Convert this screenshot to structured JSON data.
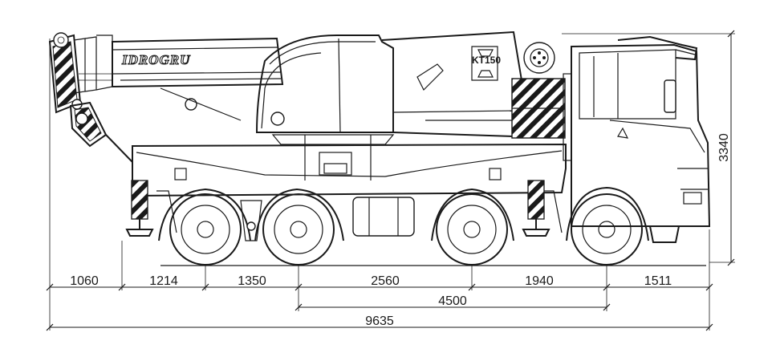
{
  "brand_label": "IDROGRU",
  "model_label": "KT150",
  "dimensions": {
    "segments": [
      "1060",
      "1214",
      "1350",
      "2560",
      "1940",
      "1511"
    ],
    "wheelbase": "4500",
    "overall_length": "9635",
    "overall_height": "3340"
  },
  "colors": {
    "line": "#1a1a1a",
    "background": "#ffffff"
  }
}
